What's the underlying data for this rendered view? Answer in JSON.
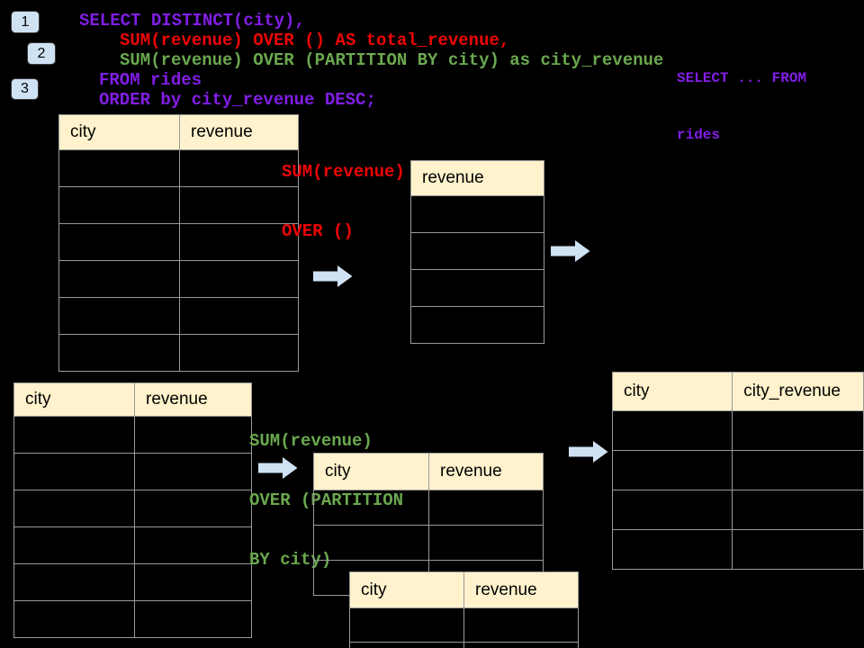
{
  "palette": {
    "bg": "#000000",
    "code-purple": "#821ee6",
    "code-red": "#ee0505",
    "code-green": "#6aa84f",
    "header-bg": "#fff2cc",
    "table-border": "#999999",
    "badge-bg": "#cfe2f3",
    "arrow-fill": "#cfe2f3"
  },
  "step_badges": [
    "1",
    "2",
    "3"
  ],
  "sql_code": {
    "select_line": "SELECT DISTINCT(city),",
    "total_line": "SUM(revenue) OVER () AS total_revenue,",
    "partition_line": "SUM(revenue) OVER (PARTITION BY city) as city_revenue",
    "from_line": "FROM rides",
    "order_line": "ORDER by city_revenue DESC;"
  },
  "corner_note": {
    "line1": "SELECT ... FROM",
    "line2": "rides"
  },
  "annotations": {
    "total_window": {
      "line1": "SUM(revenue)",
      "line2": "OVER ()"
    },
    "partition_window": {
      "line1": "SUM(revenue)",
      "line2": "OVER (PARTITION",
      "line3": "BY city)"
    }
  },
  "tables": {
    "rides_top": {
      "col1": "city",
      "col2": "revenue",
      "body_rows": 6
    },
    "revenue_window": {
      "col1": "revenue",
      "body_rows": 4
    },
    "rides_bottom": {
      "col1": "city",
      "col2": "revenue",
      "body_rows": 6
    },
    "partition_step": {
      "col1": "city",
      "col2": "revenue",
      "body_rows": 3
    },
    "partition_overlay": {
      "col1": "city",
      "col2": "revenue",
      "body_rows": 2
    },
    "result": {
      "col1": "city",
      "col2": "city_revenue",
      "body_rows": 4
    }
  }
}
